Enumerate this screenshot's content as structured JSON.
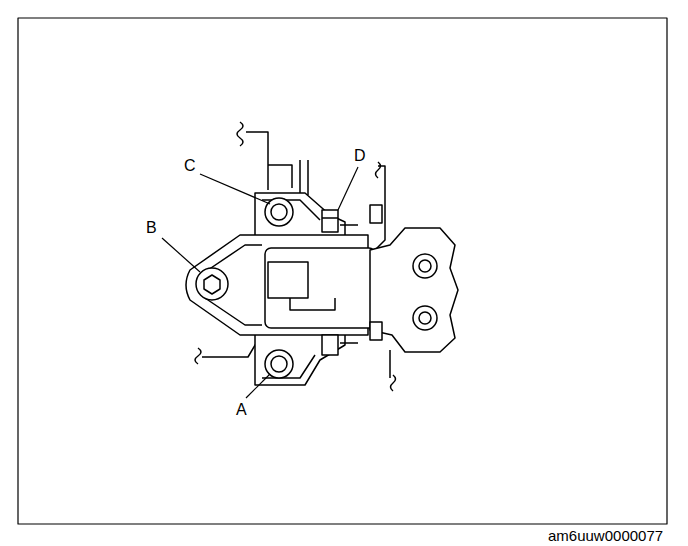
{
  "diagram": {
    "labels": [
      "C",
      "D",
      "B",
      "A",
      "am6uuw0000077"
    ]
  }
}
